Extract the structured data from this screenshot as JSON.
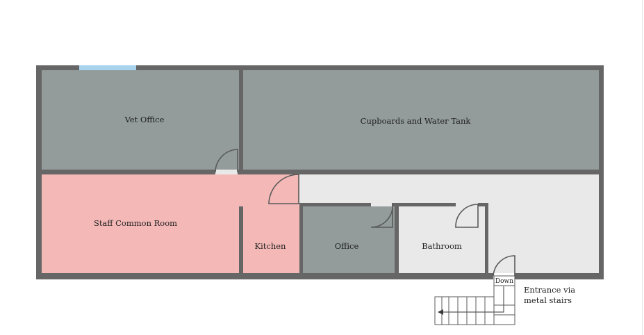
{
  "colors": {
    "wall": "#666666",
    "grey_room": "#939b9b",
    "pink_room": "#f4b9b7",
    "light_room": "#e9e9e9",
    "window": "#a9d3ec",
    "door": "#5a5a5a"
  },
  "rooms": {
    "vet_office": "Vet Office",
    "cupboards": "Cupboards and Water Tank",
    "staff_common": "Staff Common Room",
    "kitchen": "Kitchen",
    "office": "Office",
    "bathroom": "Bathroom"
  },
  "stairs": {
    "down_label": "Down",
    "note_line1": "Entrance via",
    "note_line2": "metal stairs"
  }
}
